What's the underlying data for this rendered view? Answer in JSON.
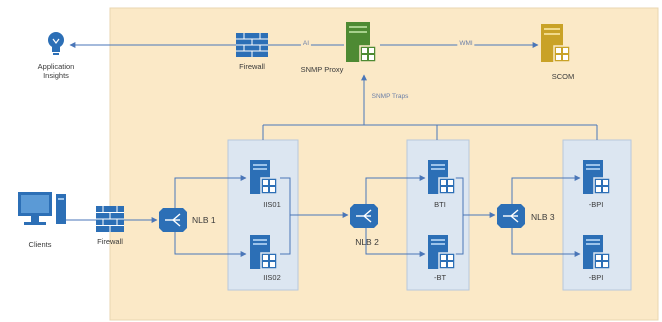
{
  "nodes": {
    "app_insights": {
      "label_line1": "Application",
      "label_line2": "Insights"
    },
    "firewall_top": {
      "label": "Firewall"
    },
    "snmp_proxy": {
      "label": "SNMP Proxy"
    },
    "scom": {
      "label": "SCOM"
    },
    "clients": {
      "label": "Clients"
    },
    "firewall_left": {
      "label": "Firewall"
    },
    "nlb1": {
      "label": "NLB 1"
    },
    "iis01": {
      "label": "IIS01"
    },
    "iis02": {
      "label": "IIS02"
    },
    "nlb2": {
      "label": "NLB 2"
    },
    "bt_top": {
      "label": "BTI"
    },
    "bt_bottom": {
      "label": "-BT"
    },
    "nlb3": {
      "label": "NLB 3"
    },
    "bpi_top": {
      "label": "-BPI"
    },
    "bpi_bottom": {
      "label": "-BPI"
    }
  },
  "edges": {
    "ai_label": "AI",
    "wmi_label": "WMI",
    "snmp_traps_label": "SNMP Traps"
  },
  "colors": {
    "background_zone": "#fbe9c7",
    "server_group": "#dce6f1",
    "line": "#4a76b8",
    "proxy_green": "#4e8a33",
    "scom_gold": "#c9a227"
  }
}
